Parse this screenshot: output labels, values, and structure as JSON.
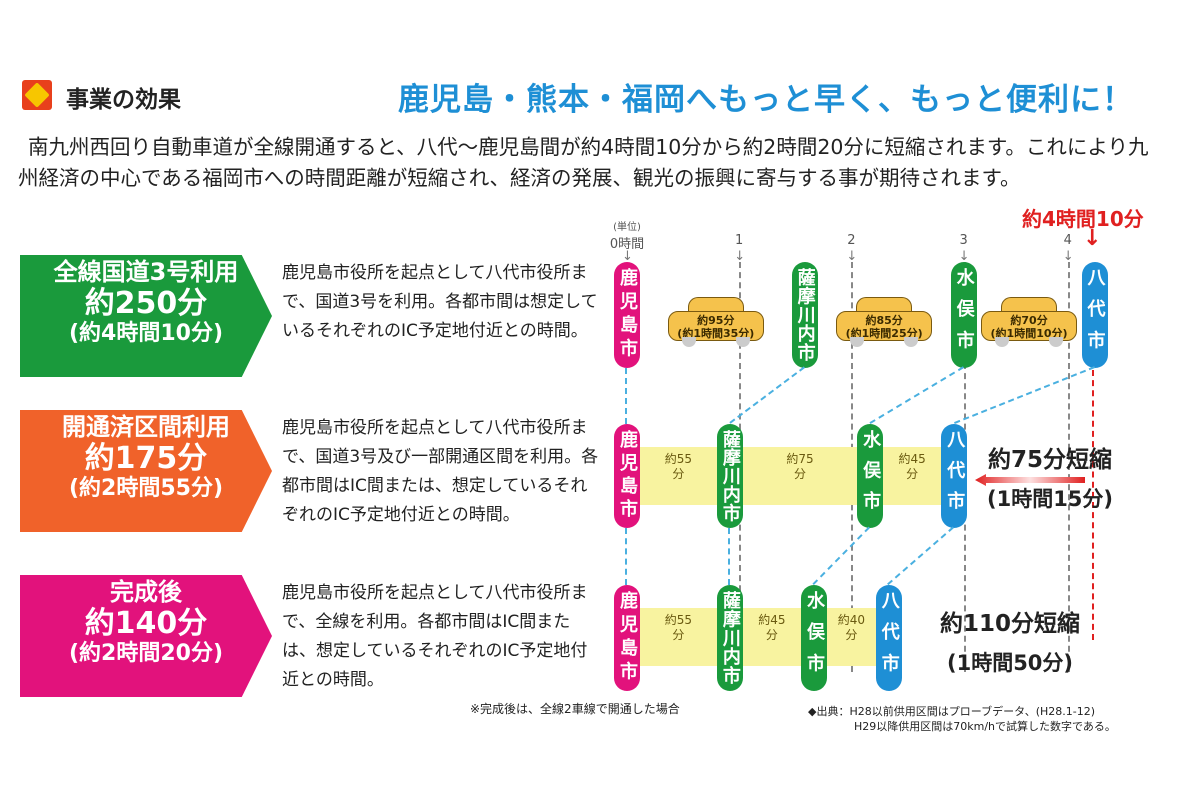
{
  "header": {
    "section_title": "事業の効果",
    "main_title": "鹿児島・熊本・福岡へもっと早く、もっと便利に！"
  },
  "intro": "南九州西回り自動車道が全線開通すると、八代～鹿児島間が約4時間10分から約2時間20分に短縮されます。これにより九州経済の中心である福岡市への時間距離が短縮され、経済の発展、観光の振興に寄与する事が期待されます。",
  "colors": {
    "green": "#1a9a3c",
    "orange": "#f0622a",
    "magenta": "#e2127c",
    "blue": "#1e8fd5",
    "red": "#e02020"
  },
  "scenarios": [
    {
      "label": "全線国道3号利用",
      "minutes": "約250分",
      "hours": "(約4時間10分)",
      "desc": "鹿児島市役所を起点として八代市役所まで、国道3号を利用。各都市間は想定しているそれぞれのIC予定地付近との時間。"
    },
    {
      "label": "開通済区間利用",
      "minutes": "約175分",
      "hours": "(約2時間55分)",
      "desc": "鹿児島市役所を起点として八代市役所まで、国道3号及び一部開通区間を利用。各都市間はIC間または、想定しているそれぞれのIC予定地付近との時間。"
    },
    {
      "label": "完成後",
      "minutes": "約140分",
      "hours": "(約2時間20分)",
      "desc": "鹿児島市役所を起点として八代市役所まで、全線を利用。各都市間はIC間または、想定しているそれぞれのIC予定地付近との時間。"
    }
  ],
  "axis": {
    "unit": "(単位)",
    "ticks": [
      "0時間",
      "1",
      "2",
      "3",
      "4"
    ],
    "total_label": "約4時間10分"
  },
  "cities": {
    "kagoshima": "鹿児島市",
    "satsumasendai": "薩摩川内市",
    "minamata": "水俣市",
    "yatsushiro": "八代市"
  },
  "row1": {
    "cum": [
      0,
      95,
      180,
      250
    ],
    "cars": [
      {
        "a": "約95分",
        "b": "(約1時間35分)"
      },
      {
        "a": "約85分",
        "b": "(約1時間25分)"
      },
      {
        "a": "約70分",
        "b": "(約1時間10分)"
      }
    ]
  },
  "row2": {
    "cum": [
      0,
      55,
      130,
      175
    ],
    "segs": [
      "約55分",
      "約75分",
      "約45分"
    ],
    "saving": "約75分短縮",
    "saving_h": "(1時間15分)"
  },
  "row3": {
    "cum": [
      0,
      55,
      100,
      140
    ],
    "segs": [
      "約55分",
      "約45分",
      "約40分"
    ],
    "saving": "約110分短縮",
    "saving_h": "(1時間50分)"
  },
  "notes": {
    "complete": "※完成後は、全線2車線で開通した場合",
    "source1": "◆出典：H28以前供用区間はプローブデータ、(H28.1-12)",
    "source2": "H29以降供用区間は70km/hで試算した数字である。"
  }
}
